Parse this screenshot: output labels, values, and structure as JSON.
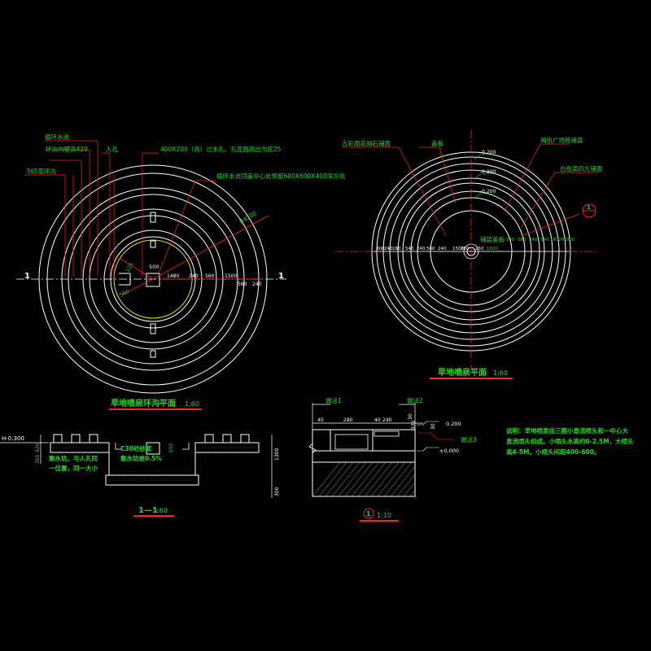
{
  "left_plan": {
    "title": "旱地喷泉环沟平面",
    "scale": "1:60",
    "callouts": {
      "drain_channel": "循环水池",
      "wall_height": "环沟内壁高420",
      "manhole": "人孔",
      "overflow": "400X200（高）过水孔，孔底面高出沟底25",
      "ring_channel": "365宽环沟",
      "pump_pit": "循环水池顶盖中心处预留600X600X400深方坑"
    },
    "section_mark": "1",
    "dims": {
      "pit": "500",
      "r_outer": "R4200",
      "diag_a": "125",
      "diag_b": "560",
      "h1": "1480",
      "h2": "240",
      "h3": "560",
      "h4": "1500",
      "h5": "560",
      "h6": "240"
    }
  },
  "right_plan": {
    "title": "旱地喷泉平面",
    "scale": "1:60",
    "callouts": {
      "granite": "五彩面花岗石铺面",
      "grate": "盖板",
      "blue_tile": "褐色广场砖铺装",
      "white_tile": "白色卖四方铺面"
    },
    "center_label": "铺装盖板",
    "detail_mark": "1",
    "levels": [
      "-0.200",
      "-0.200",
      "-0.200"
    ],
    "dims_left": [
      "300",
      "240",
      "180",
      "540",
      "240",
      "560",
      "240",
      "1500"
    ],
    "dims_right": [
      "1500",
      "240",
      "560",
      "240",
      "540",
      "180",
      "240",
      "300"
    ],
    "center_dims": [
      "250",
      "250"
    ]
  },
  "section": {
    "title": "1—1",
    "scale": "1:60",
    "level": "H-0.300",
    "dims_v": [
      "420",
      "360",
      "1300",
      "300"
    ],
    "notes": {
      "pit": "C30砼砂浆",
      "slope": "集水坑坡0.5%",
      "sump_a": "集水坑，与人孔同",
      "sump_b": "一位置，同一大小"
    },
    "dim_center": "650"
  },
  "detail": {
    "title": "1",
    "scale": "1:10",
    "labels": [
      "做法1",
      "做法2",
      "做法3"
    ],
    "dims": [
      "40",
      "280",
      "40",
      "240",
      "320",
      "30",
      "30"
    ],
    "levels": [
      "0.200",
      "±0.000"
    ]
  },
  "note": {
    "text_1": "说明：旱地喷泉由三圈小直流喷头和一中心大",
    "text_2": "直流喷头组成。小喷头水高约0-2.5M，大喷头",
    "text_3": "高4-5M。小喷头间距400-600。"
  }
}
